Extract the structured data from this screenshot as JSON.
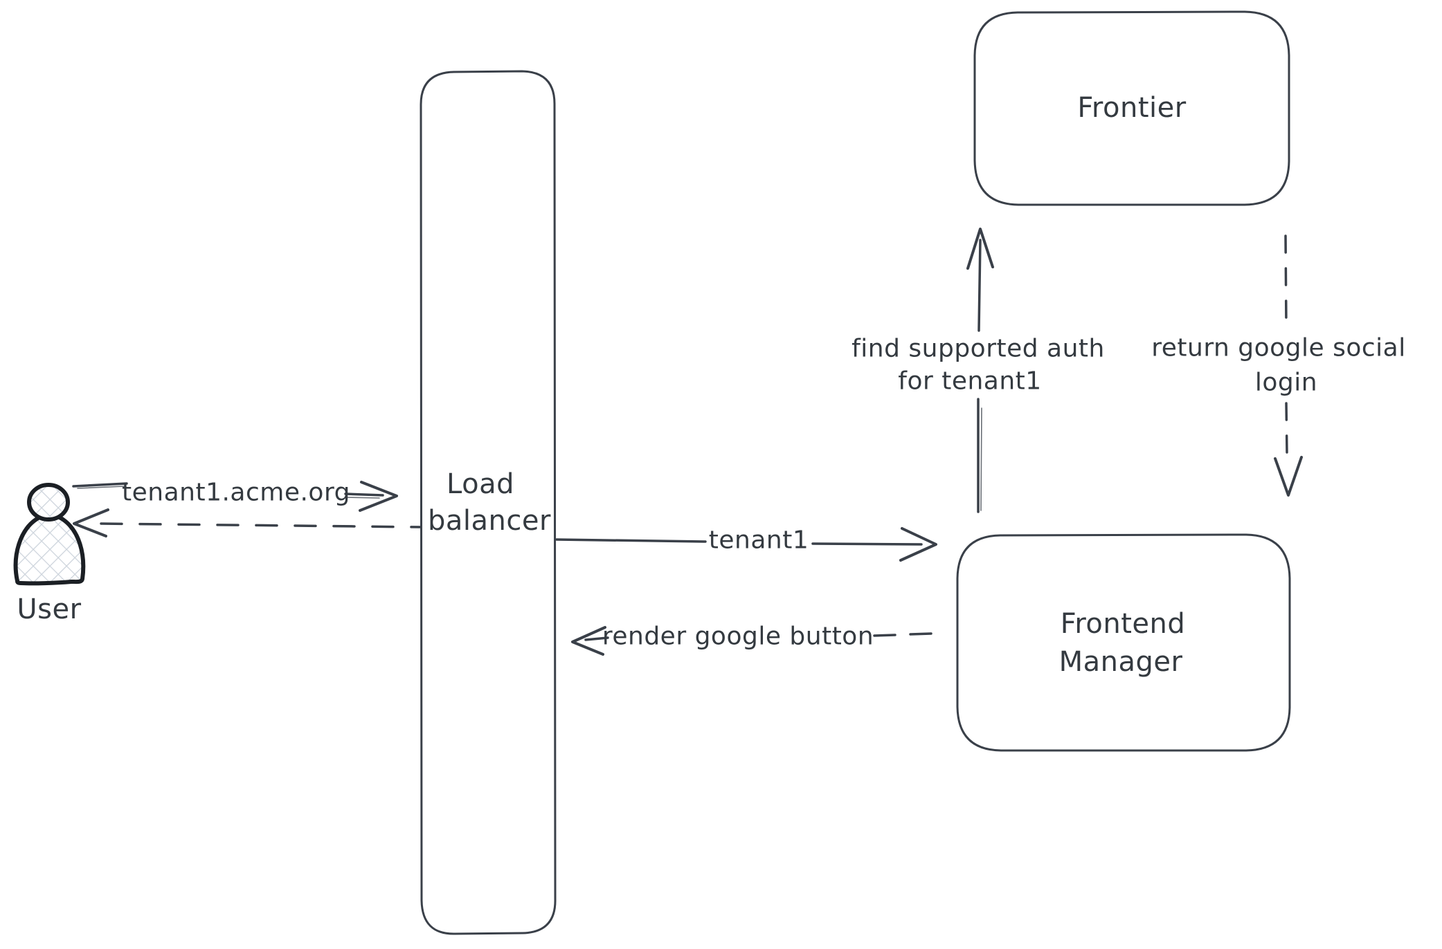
{
  "canvas": {
    "background": "#ffffff",
    "stroke_color": "#3a4049",
    "text_color": "#343a40",
    "icon_stroke_color": "#1b1f24",
    "hatch_fill_color": "#cdd4dc"
  },
  "nodes": {
    "user": {
      "label": "User"
    },
    "load_balancer": {
      "line1": "Load",
      "line2": "balancer"
    },
    "frontier": {
      "label": "Frontier"
    },
    "frontend_manager": {
      "line1": "Frontend",
      "line2": "Manager"
    }
  },
  "messages": {
    "request": {
      "label": "tenant1.acme.org",
      "style": "solid",
      "from": "user",
      "to": "load_balancer"
    },
    "response": {
      "style": "dashed",
      "from": "load_balancer",
      "to": "user"
    },
    "forward": {
      "label": "tenant1",
      "style": "solid",
      "from": "load_balancer",
      "to": "frontend_manager"
    },
    "render_button": {
      "label": "render google button",
      "style": "dashed",
      "from": "frontend_manager",
      "to": "load_balancer"
    },
    "find_auth": {
      "line1": "find supported auth",
      "line2": "for tenant1",
      "style": "solid",
      "from": "frontend_manager",
      "to": "frontier"
    },
    "return_login": {
      "line1": "return google social",
      "line2": "login",
      "style": "dashed",
      "from": "frontier",
      "to": "frontend_manager"
    }
  }
}
